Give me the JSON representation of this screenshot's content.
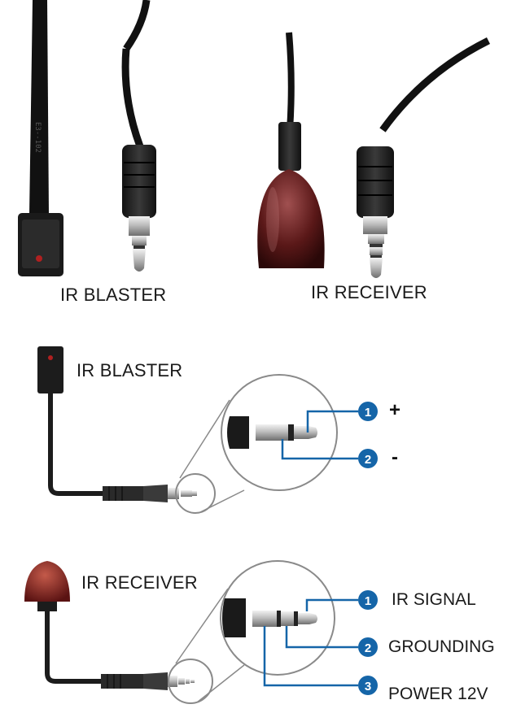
{
  "photo_labels": {
    "blaster": "IR BLASTER",
    "receiver": "IR RECEIVER"
  },
  "blaster_diagram": {
    "title": "IR BLASTER",
    "pins": [
      {
        "number": "1",
        "label": "+"
      },
      {
        "number": "2",
        "label": "-"
      }
    ]
  },
  "receiver_diagram": {
    "title": "IR RECEIVER",
    "pins": [
      {
        "number": "1",
        "label": "IR SIGNAL"
      },
      {
        "number": "2",
        "label": "GROUNDING"
      },
      {
        "number": "3",
        "label": "POWER 12V"
      }
    ]
  },
  "colors": {
    "callout_blue": "#1565a8",
    "cable": "#1c1c1c",
    "receiver_dome": "#6e1e1e",
    "magnifier_ring": "#8a8a8a"
  }
}
